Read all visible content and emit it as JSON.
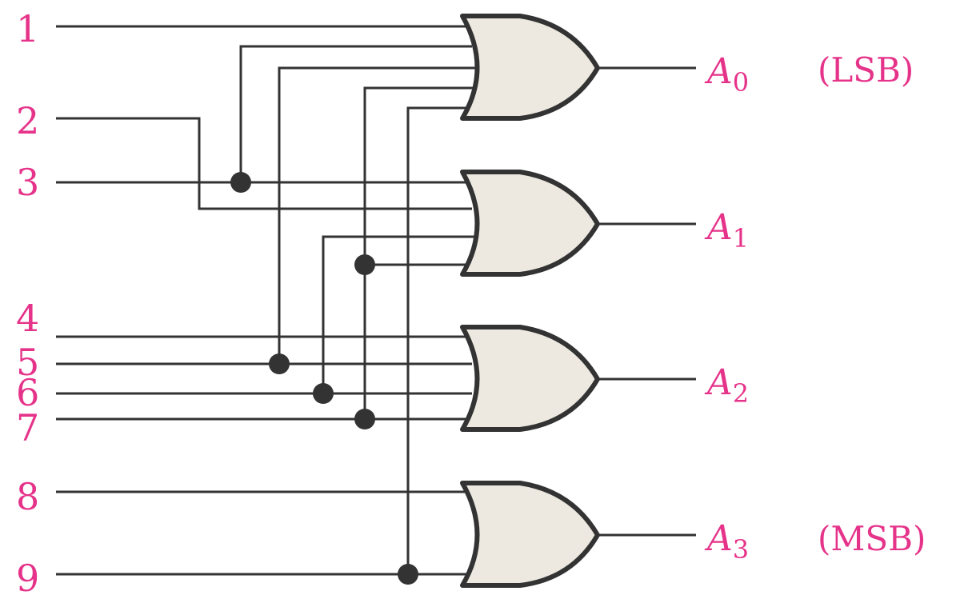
{
  "diagram": {
    "colors": {
      "label": "#e6338a",
      "wire": "#333333",
      "gate_fill": "#ede9e1",
      "gate_stroke": "#333333",
      "background": "#ffffff"
    },
    "inputs": [
      {
        "label": "1"
      },
      {
        "label": "2"
      },
      {
        "label": "3"
      },
      {
        "label": "4"
      },
      {
        "label": "5"
      },
      {
        "label": "6"
      },
      {
        "label": "7"
      },
      {
        "label": "8"
      },
      {
        "label": "9"
      }
    ],
    "gates": [
      {
        "type": "OR",
        "inputs": [
          "1",
          "3",
          "5",
          "7",
          "9"
        ],
        "output": "A0"
      },
      {
        "type": "OR",
        "inputs": [
          "3",
          "2",
          "6",
          "7"
        ],
        "output": "A1"
      },
      {
        "type": "OR",
        "inputs": [
          "4",
          "5",
          "6",
          "7"
        ],
        "output": "A2"
      },
      {
        "type": "OR",
        "inputs": [
          "8",
          "9"
        ],
        "output": "A3"
      }
    ],
    "outputs": [
      {
        "letter": "A",
        "sub": "0",
        "note": "(LSB)"
      },
      {
        "letter": "A",
        "sub": "1",
        "note": ""
      },
      {
        "letter": "A",
        "sub": "2",
        "note": ""
      },
      {
        "letter": "A",
        "sub": "3",
        "note": "(MSB)"
      }
    ]
  }
}
